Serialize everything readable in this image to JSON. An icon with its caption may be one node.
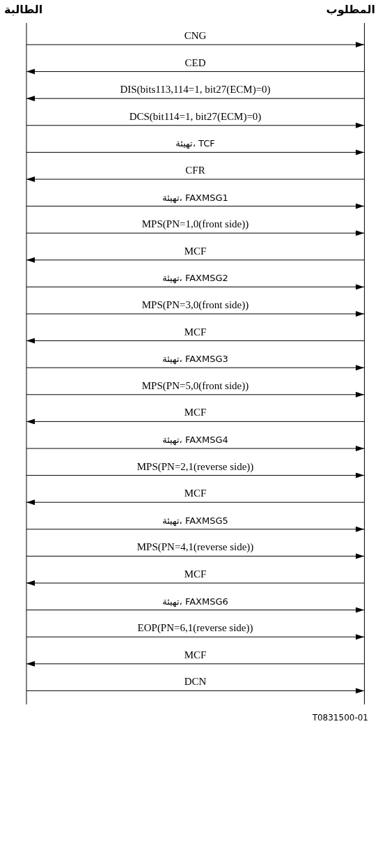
{
  "diagram": {
    "nodes": [
      {
        "text": [
          "الطالبة"
        ]
      },
      {
        "text": [
          "المطلوب"
        ]
      }
    ],
    "edges": [
      {
        "from": 0,
        "to": 1,
        "arrow": "to",
        "label": "CNG"
      },
      {
        "from": 1,
        "to": 0,
        "arrow": "to",
        "label": "CED"
      },
      {
        "from": 1,
        "to": 0,
        "arrow": "to",
        "label": "DIS(bits113,114=1, bit27(ECM)=0)"
      },
      {
        "from": 0,
        "to": 1,
        "arrow": "to",
        "label": "DCS(bit114=1, bit27(ECM)=0)"
      },
      {
        "from": 0,
        "to": 1,
        "arrow": "to",
        "label": "تهيئة، TCF"
      },
      {
        "from": 1,
        "to": 0,
        "arrow": "to",
        "label": "CFR"
      },
      {
        "from": 0,
        "to": 1,
        "arrow": "to",
        "label": "تهيئة، FAXMSG1"
      },
      {
        "from": 0,
        "to": 1,
        "arrow": "to",
        "label": "MPS(PN=1,0(front side))"
      },
      {
        "from": 1,
        "to": 0,
        "arrow": "to",
        "label": "MCF"
      },
      {
        "from": 0,
        "to": 1,
        "arrow": "to",
        "label": "تهيئة، FAXMSG2"
      },
      {
        "from": 0,
        "to": 1,
        "arrow": "to",
        "label": "MPS(PN=3,0(front side))"
      },
      {
        "from": 1,
        "to": 0,
        "arrow": "to",
        "label": "MCF"
      },
      {
        "from": 0,
        "to": 1,
        "arrow": "to",
        "label": "تهيئة، FAXMSG3"
      },
      {
        "from": 0,
        "to": 1,
        "arrow": "to",
        "label": "MPS(PN=5,0(front side))"
      },
      {
        "from": 1,
        "to": 0,
        "arrow": "to",
        "label": "MCF"
      },
      {
        "from": 0,
        "to": 1,
        "arrow": "to",
        "label": "تهيئة، FAXMSG4"
      },
      {
        "from": 0,
        "to": 1,
        "arrow": "to",
        "label": "MPS(PN=2,1(reverse side))"
      },
      {
        "from": 1,
        "to": 0,
        "arrow": "to",
        "label": "MCF"
      },
      {
        "from": 0,
        "to": 1,
        "arrow": "to",
        "label": "تهيئة، FAXMSG5"
      },
      {
        "from": 0,
        "to": 1,
        "arrow": "to",
        "label": "MPS(PN=4,1(reverse side))"
      },
      {
        "from": 1,
        "to": 0,
        "arrow": "to",
        "label": "MCF"
      },
      {
        "from": 0,
        "to": 1,
        "arrow": "to",
        "label": "تهيئة، FAXMSG6"
      },
      {
        "from": 0,
        "to": 1,
        "arrow": "to",
        "label": "EOP(PN=6,1(reverse side))"
      },
      {
        "from": 1,
        "to": 0,
        "arrow": "to",
        "label": "MCF"
      },
      {
        "from": 0,
        "to": 1,
        "arrow": "to",
        "label": "DCN"
      }
    ],
    "labels": [
      "T0831500-01"
    ]
  }
}
